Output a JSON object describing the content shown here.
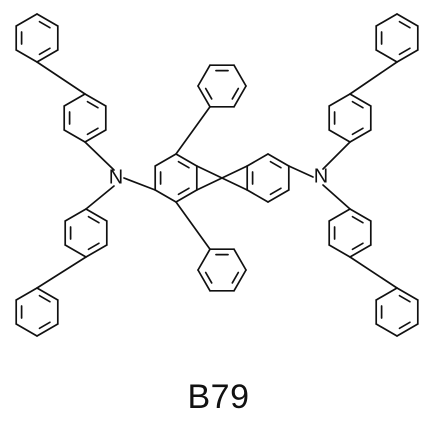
{
  "compound_label": "B79",
  "atom_labels": {
    "left_nitrogen": "N",
    "right_nitrogen": "N"
  },
  "colors": {
    "ink": "#111111",
    "background": "#ffffff"
  }
}
